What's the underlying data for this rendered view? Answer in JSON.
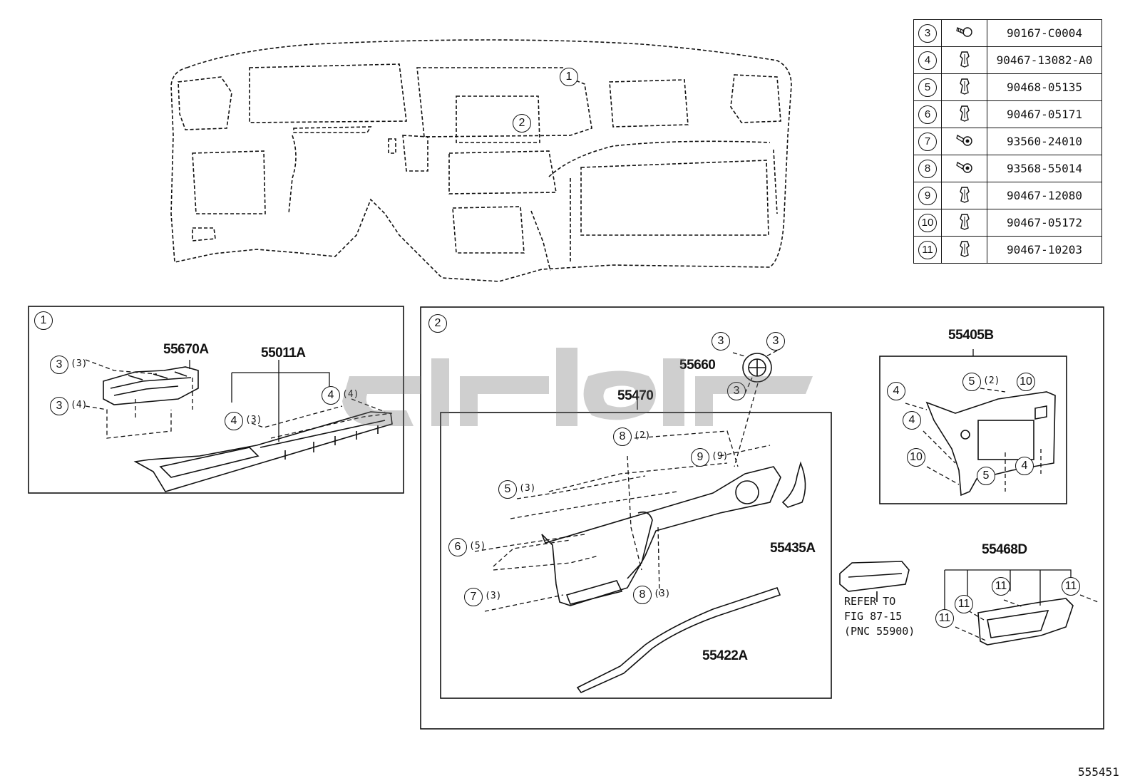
{
  "fastener_table": [
    {
      "ref": "3",
      "icon": "bolt-icon",
      "part_no": "90167-C0004"
    },
    {
      "ref": "4",
      "icon": "clip-icon",
      "part_no": "90467-13082-A0"
    },
    {
      "ref": "5",
      "icon": "clip-icon",
      "part_no": "90468-05135"
    },
    {
      "ref": "6",
      "icon": "clip-icon",
      "part_no": "90467-05171"
    },
    {
      "ref": "7",
      "icon": "screw-icon",
      "part_no": "93560-24010"
    },
    {
      "ref": "8",
      "icon": "screw-icon",
      "part_no": "93568-55014"
    },
    {
      "ref": "9",
      "icon": "clip-icon",
      "part_no": "90467-12080"
    },
    {
      "ref": "10",
      "icon": "clip-icon",
      "part_no": "90467-05172"
    },
    {
      "ref": "11",
      "icon": "clip-icon",
      "part_no": "90467-10203"
    }
  ],
  "overview": {
    "callout_1": "1",
    "callout_2": "2"
  },
  "panel1": {
    "tag": "1",
    "parts": {
      "a": "55670A",
      "b": "55011A"
    },
    "callouts": [
      {
        "ref": "3",
        "qty": "(3)"
      },
      {
        "ref": "3",
        "qty": "(4)"
      },
      {
        "ref": "4",
        "qty": "(3)"
      },
      {
        "ref": "4",
        "qty": "(4)"
      }
    ]
  },
  "panel2": {
    "tag": "2",
    "parts": {
      "a": "55660",
      "b": "55470",
      "c": "55435A",
      "d": "55422A",
      "e": "55405B",
      "f": "55468D"
    },
    "refer_note": "REFER TO\nFIG 87-15\n(PNC 55900)",
    "callouts": [
      {
        "ref": "3",
        "qty": ""
      },
      {
        "ref": "3",
        "qty": ""
      },
      {
        "ref": "3",
        "qty": ""
      },
      {
        "ref": "8",
        "qty": "(2)"
      },
      {
        "ref": "9",
        "qty": "(9)"
      },
      {
        "ref": "5",
        "qty": "(3)"
      },
      {
        "ref": "6",
        "qty": "(5)"
      },
      {
        "ref": "7",
        "qty": "(3)"
      },
      {
        "ref": "8",
        "qty": "(3)"
      },
      {
        "ref": "4",
        "qty": ""
      },
      {
        "ref": "5",
        "qty": "(2)"
      },
      {
        "ref": "10",
        "qty": ""
      },
      {
        "ref": "4",
        "qty": ""
      },
      {
        "ref": "10",
        "qty": ""
      },
      {
        "ref": "5",
        "qty": ""
      },
      {
        "ref": "4",
        "qty": ""
      },
      {
        "ref": "11",
        "qty": ""
      },
      {
        "ref": "11",
        "qty": ""
      },
      {
        "ref": "11",
        "qty": ""
      },
      {
        "ref": "11",
        "qty": ""
      }
    ]
  },
  "figure_code": "555451"
}
